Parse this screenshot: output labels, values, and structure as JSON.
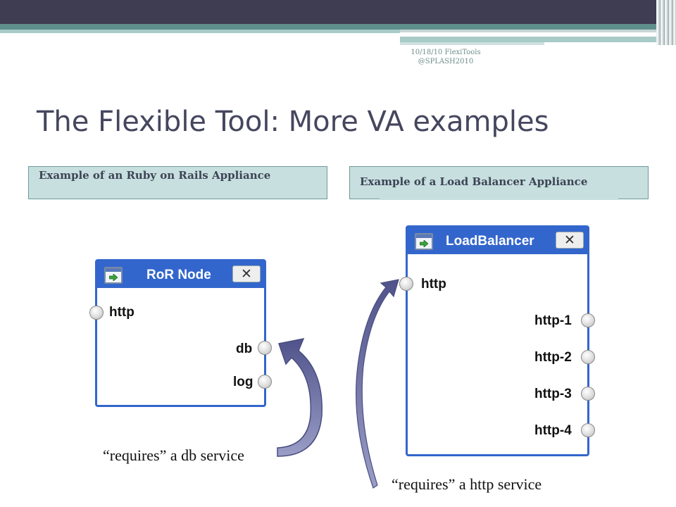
{
  "slide": {
    "date_footer": "10/18/10 FlexiTools @SPLASH2010",
    "title": "The Flexible Tool: More VA examples",
    "left_header": "Example of an Ruby on Rails Appliance",
    "right_header": "Example of a Load Balancer Appliance"
  },
  "ror_node": {
    "title": "RoR Node",
    "close": "✕",
    "ports": {
      "http": "http",
      "db": "db",
      "log": "log"
    }
  },
  "lb_node": {
    "title": "LoadBalancer",
    "close": "✕",
    "ports": {
      "http": "http",
      "http1": "http-1",
      "http2": "http-2",
      "http3": "http-3",
      "http4": "http-4"
    }
  },
  "captions": {
    "db": "“requires” a db service",
    "http": "“requires” a http service"
  },
  "colors": {
    "node_blue": "#3366cc",
    "arrow_fill": "#6f72a6",
    "title_text": "#45465e",
    "header_box": "#c7dfdf"
  }
}
